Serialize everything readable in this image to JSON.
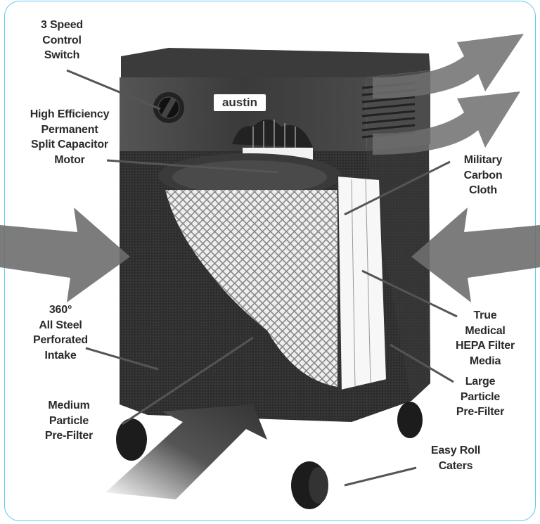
{
  "brand_logo": "austin",
  "callouts": {
    "speed_switch": [
      "3 Speed",
      "Control",
      "Switch"
    ],
    "motor": [
      "High Efficiency",
      "Permanent",
      "Split Capacitor",
      "Motor"
    ],
    "carbon_cloth": [
      "Military",
      "Carbon",
      "Cloth"
    ],
    "intake": [
      "360°",
      "All Steel",
      "Perforated",
      "Intake"
    ],
    "hepa": [
      "True",
      "Medical",
      "HEPA Filter",
      "Media"
    ],
    "large_prefilter": [
      "Large",
      "Particle",
      "Pre-Filter"
    ],
    "medium_prefilter": [
      "Medium",
      "Particle",
      "Pre-Filter"
    ],
    "casters": [
      "Easy Roll",
      "Caters"
    ]
  },
  "colors": {
    "frame": "#5fc8ea",
    "arrow": "#6e6e6e",
    "body": "#2c2c2c",
    "text": "#2a2a2a"
  }
}
